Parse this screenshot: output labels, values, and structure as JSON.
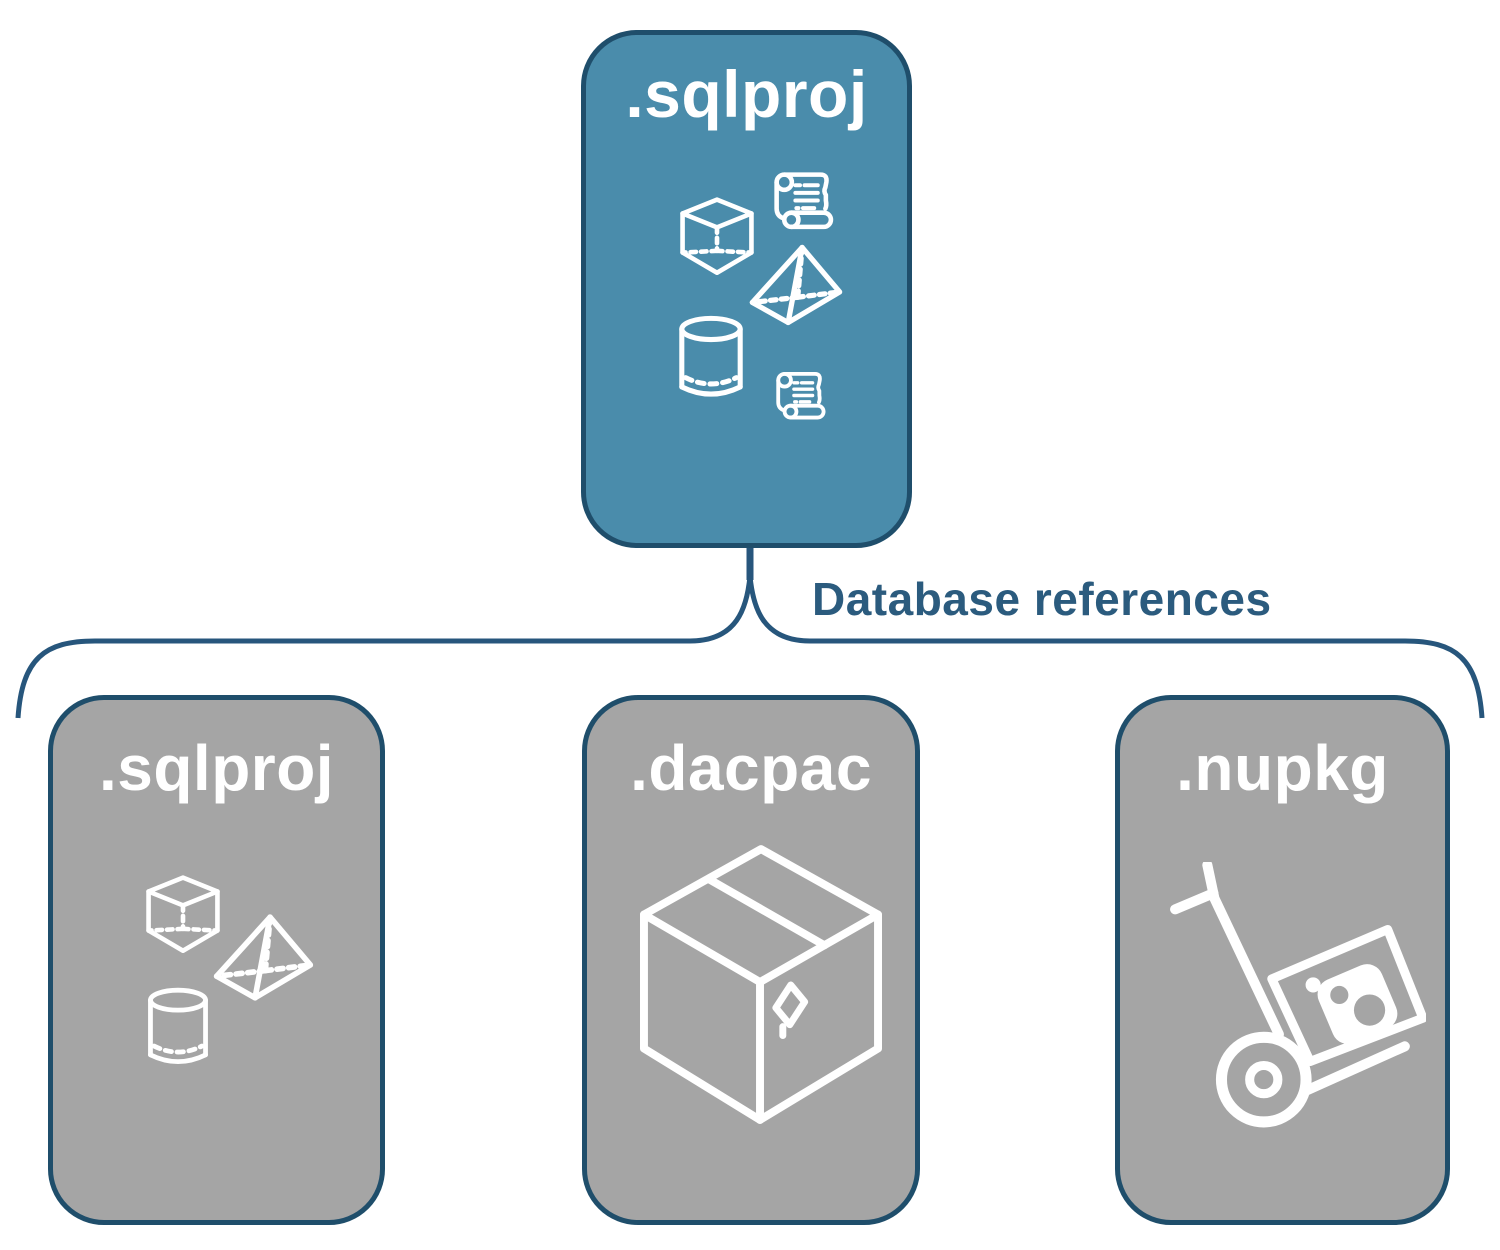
{
  "diagram": {
    "type": "hierarchy",
    "description": "SQL project database references diagram: a .sqlproj project can hold database references to another .sqlproj project, a .dacpac file, or a .nupkg package"
  },
  "root_node": {
    "label": ".sqlproj",
    "icons": [
      "cube-3d-icon",
      "scroll-icon",
      "pyramid-3d-icon",
      "database-cylinder-icon",
      "scroll-icon"
    ]
  },
  "connector": {
    "label": "Database references",
    "shape": "curly-brace"
  },
  "child_nodes": [
    {
      "label": ".sqlproj",
      "icons": [
        "cube-3d-icon",
        "pyramid-3d-icon",
        "database-cylinder-icon"
      ]
    },
    {
      "label": ".dacpac",
      "icons": [
        "package-box-icon"
      ]
    },
    {
      "label": ".nupkg",
      "icons": [
        "hand-truck-package-icon"
      ]
    }
  ],
  "colors": {
    "root_fill": "#4a8cab",
    "child_fill": "#a5a5a5",
    "outline": "#1f4e6b",
    "connector_stroke": "#27567c",
    "connector_label_text": "#2b5b7e",
    "icon_stroke": "#ffffff",
    "node_label_text": "#ffffff",
    "background": "#ffffff"
  }
}
